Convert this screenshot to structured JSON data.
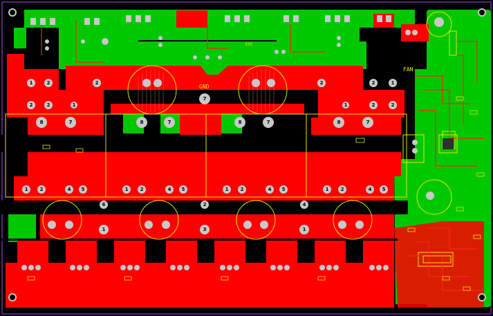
{
  "board": {
    "colors": {
      "background": "#000000",
      "top_copper": "#ff0000",
      "bottom_copper": "#00c800",
      "silkscreen": "#e8e800",
      "pad": "#c8c8c8",
      "outline": "#7030a0"
    }
  },
  "labels": {
    "gnd": "GND",
    "fan": "FAN",
    "esc": "ESC"
  },
  "pads": {
    "row_top": [
      "1",
      "2",
      "2",
      "2",
      "2",
      "1"
    ],
    "row_mid": [
      "2",
      "2",
      "1",
      "1",
      "2",
      "2"
    ],
    "row_big": [
      "8",
      "7",
      "8",
      "7",
      "8",
      "7",
      "8",
      "7"
    ],
    "row_lower": [
      "1",
      "2",
      "4",
      "5",
      "1",
      "2",
      "4",
      "5",
      "1",
      "2",
      "4",
      "5",
      "1",
      "2",
      "4",
      "5"
    ],
    "row_center": [
      "6",
      "2",
      "4"
    ],
    "row_bottom": [
      "1",
      "3"
    ]
  }
}
